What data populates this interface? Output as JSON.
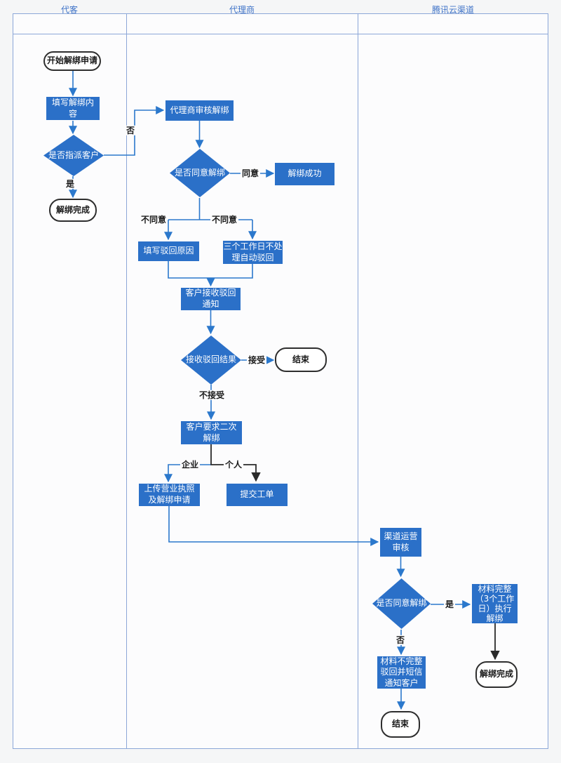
{
  "lanes": [
    {
      "label": "代客"
    },
    {
      "label": "代理商"
    },
    {
      "label": "腾讯云渠道"
    }
  ],
  "nodes": {
    "start": "开始解绑申请",
    "fill_unbind_content": "填写解绑内\n容",
    "assign_customer": "是否指派客户",
    "unbind_done_1": "解绑完成",
    "agent_review": "代理商审核解绑",
    "agree_unbind_1": "是否同意解绑",
    "unbind_success": "解绑成功",
    "fill_reject_reason": "填写驳回原因",
    "auto_reject": "三个工作日不处\n理自动驳回",
    "receive_reject_notice": "客户接收驳回\n通知",
    "receive_reject_result": "接收驳回结果",
    "end_1": "结束",
    "second_unbind_request": "客户要求二次\n解绑",
    "upload_license": "上传营业执照\n及解绑申请",
    "submit_ticket": "提交工单",
    "channel_ops_review": "渠道运营\n审核",
    "agree_unbind_2": "是否同意解绑",
    "material_complete": "材料完整\n（3个工作\n日）执行\n解绑",
    "unbind_done_2": "解绑完成",
    "material_incomplete": "材料不完整\n驳回并短信\n通知客户",
    "end_2": "结束"
  },
  "edge_labels": {
    "no_1": "否",
    "yes_1": "是",
    "agree": "同意",
    "disagree_left": "不同意",
    "disagree_right": "不同意",
    "accept": "接受",
    "not_accept": "不接受",
    "enterprise": "企业",
    "personal": "个人",
    "yes_2": "是",
    "no_2": "否"
  },
  "colors": {
    "node_fill": "#2b70c8",
    "connector_blue": "#2b78cc",
    "connector_black": "#2a2a2a",
    "lane_border": "#8ca7d8",
    "lane_title_text": "#3f73c8",
    "terminal_border": "#2e2e2e"
  }
}
